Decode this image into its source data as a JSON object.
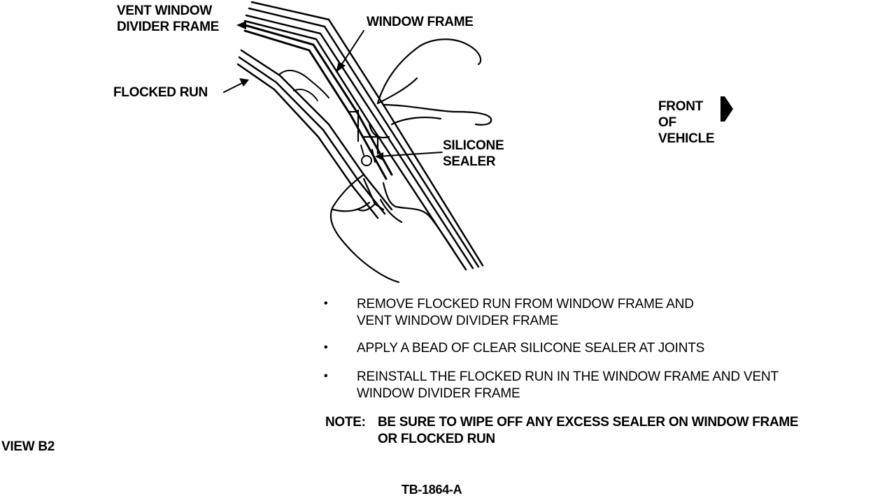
{
  "labels": {
    "vent_window_divider_frame": [
      "VENT WINDOW",
      "DIVIDER FRAME"
    ],
    "window_frame": "WINDOW FRAME",
    "flocked_run": "FLOCKED RUN",
    "silicone_sealer": [
      "SILICONE",
      "SEALER"
    ],
    "front_of_vehicle": [
      "FRONT",
      "OF",
      "VEHICLE"
    ]
  },
  "instructions": [
    [
      "REMOVE FLOCKED RUN FROM WINDOW FRAME AND",
      "VENT WINDOW DIVIDER FRAME"
    ],
    [
      "APPLY A BEAD OF CLEAR SILICONE SEALER AT JOINTS"
    ],
    [
      "REINSTALL THE FLOCKED RUN IN THE WINDOW FRAME AND VENT",
      "WINDOW DIVIDER FRAME"
    ]
  ],
  "note": {
    "prefix": "NOTE:",
    "lines": [
      "BE SURE TO WIPE OFF ANY EXCESS SEALER ON WINDOW FRAME",
      "OR FLOCKED RUN"
    ]
  },
  "view_label": "VIEW B2",
  "figure_id": "TB-1864-A"
}
